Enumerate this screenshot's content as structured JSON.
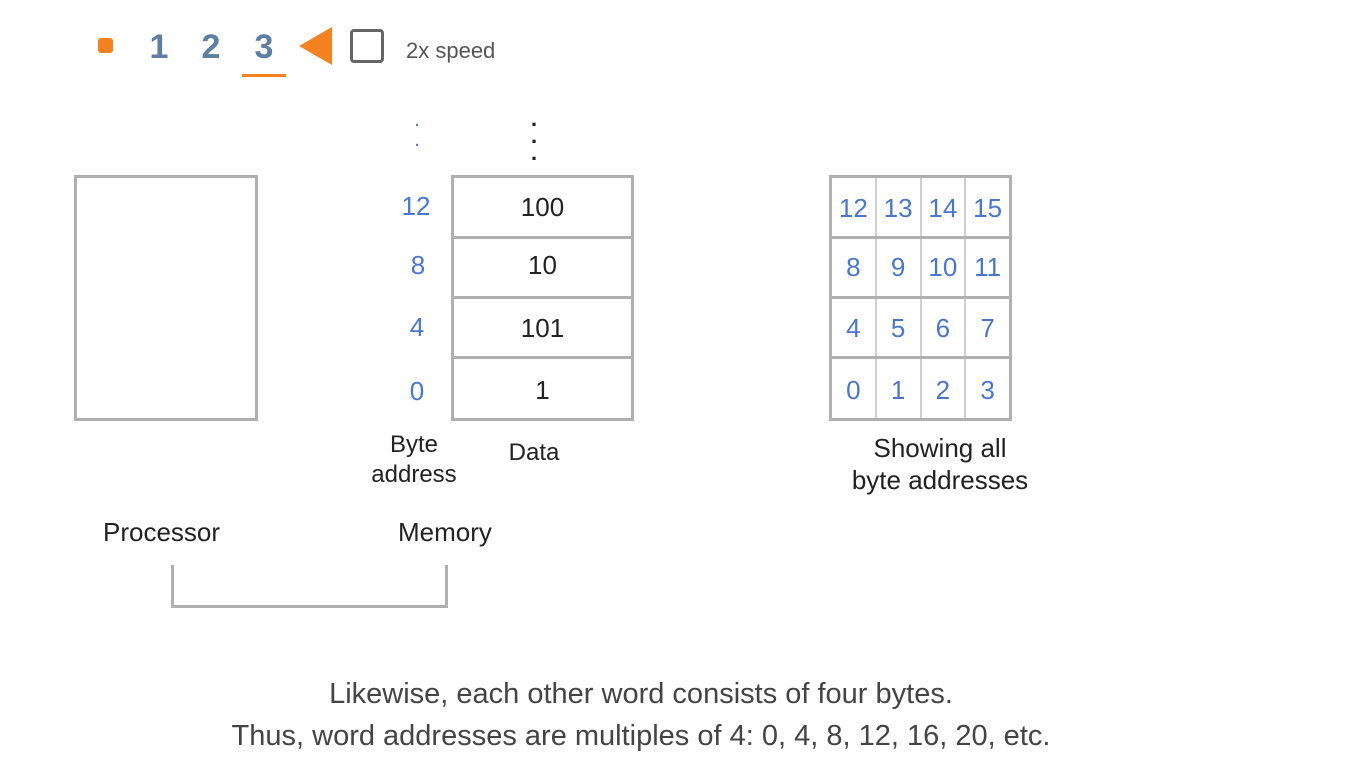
{
  "controls": {
    "steps": [
      "1",
      "2",
      "3"
    ],
    "active_step": "3",
    "speed_label": "2x speed",
    "speed_checked": false,
    "colors": {
      "accent": "#f48220",
      "step": "#5d7fa3"
    }
  },
  "processor": {
    "label": "Processor"
  },
  "memory": {
    "label": "Memory",
    "ellipsis_addr": "⋮",
    "ellipsis_data": "⋮",
    "rows": [
      {
        "address": "12",
        "data": "100"
      },
      {
        "address": "8",
        "data": "10"
      },
      {
        "address": "4",
        "data": "101"
      },
      {
        "address": "0",
        "data": "1"
      }
    ],
    "address_header": "Byte address",
    "data_header": "Data"
  },
  "byte_grid": {
    "rows": [
      [
        "12",
        "13",
        "14",
        "15"
      ],
      [
        "8",
        "9",
        "10",
        "11"
      ],
      [
        "4",
        "5",
        "6",
        "7"
      ],
      [
        "0",
        "1",
        "2",
        "3"
      ]
    ],
    "caption_line1": "Showing all",
    "caption_line2": "byte addresses"
  },
  "caption": {
    "line1": "Likewise, each other word consists of four bytes.",
    "line2": "Thus, word addresses are multiples of 4: 0, 4, 8, 12, 16, 20, etc."
  },
  "colors": {
    "address_blue": "#4a76cf",
    "border_gray": "#b0b0b0"
  }
}
